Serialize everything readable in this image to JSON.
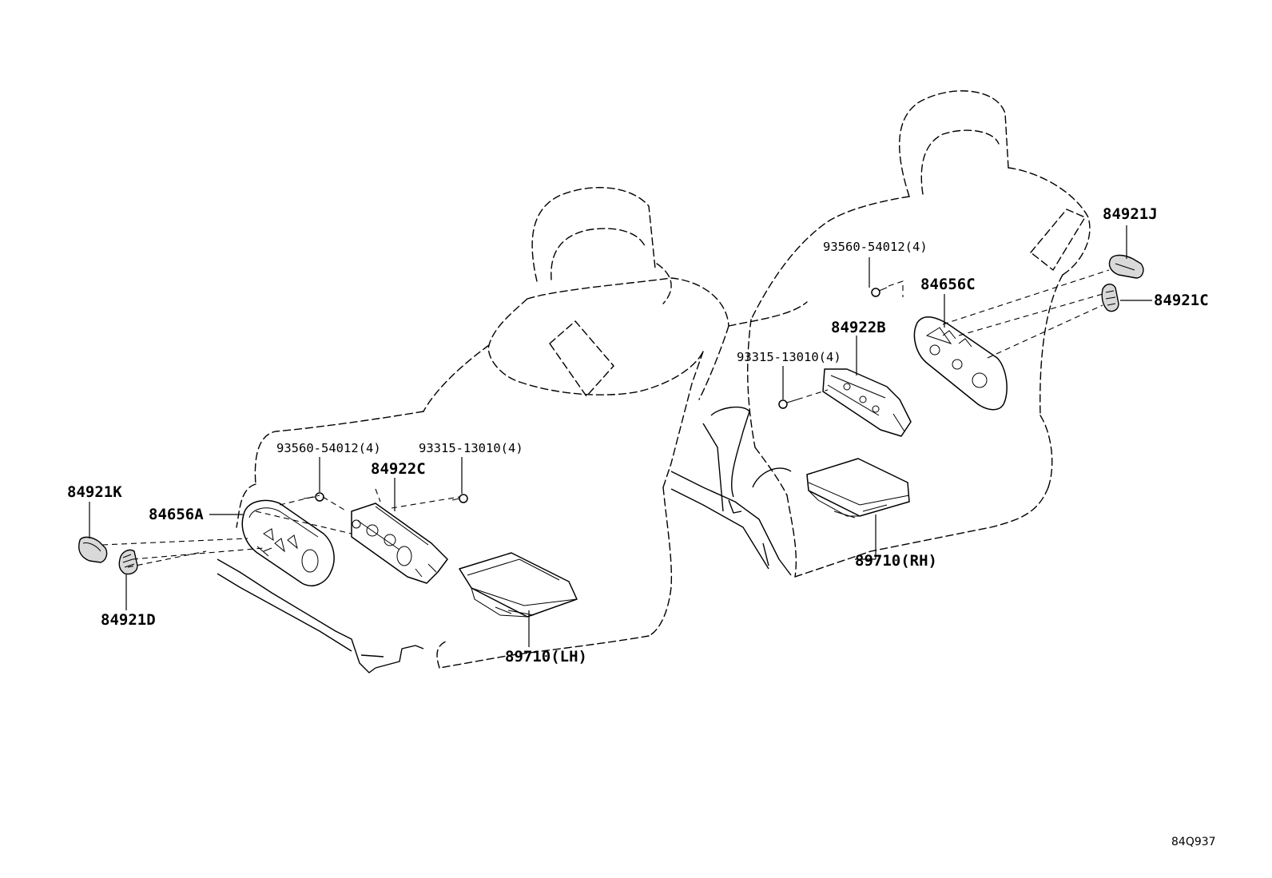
{
  "parts": {
    "p84921K": "84921K",
    "p84656A": "84656A",
    "p84921D": "84921D",
    "p93560_lh": "93560-54012(4)",
    "p93315_lh": "93315-13010(4)",
    "p84922C": "84922C",
    "p89710_lh": "89710(LH)",
    "p93560_rh": "93560-54012(4)",
    "p84656C": "84656C",
    "p84922B": "84922B",
    "p93315_rh": "93315-13010(4)",
    "p89710_rh": "89710(RH)",
    "p84921J": "84921J",
    "p84921C": "84921C"
  },
  "reference_code": "84Q937"
}
